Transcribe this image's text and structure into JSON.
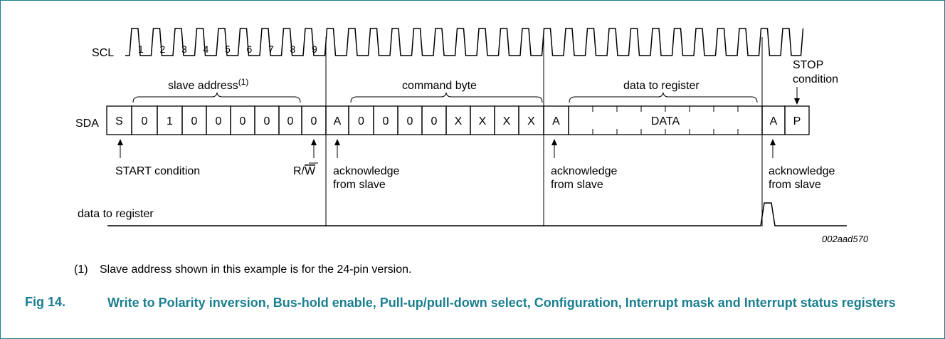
{
  "signals": {
    "scl": "SCL",
    "sda": "SDA",
    "data_to_register": "data to register"
  },
  "clock_numbers": [
    "1",
    "2",
    "3",
    "4",
    "5",
    "6",
    "7",
    "8",
    "9"
  ],
  "sda_cells": [
    "S",
    "0",
    "1",
    "0",
    "0",
    "0",
    "0",
    "0",
    "0",
    "A",
    "0",
    "0",
    "0",
    "0",
    "X",
    "X",
    "X",
    "X",
    "A",
    "DATA",
    "A",
    "P"
  ],
  "brace_labels": {
    "slave_address": "slave address",
    "slave_address_note": "(1)",
    "command_byte": "command byte",
    "data_to_register": "data to register"
  },
  "annotations": {
    "start_condition": "START condition",
    "stop_line1": "STOP",
    "stop_line2": "condition",
    "rw_r": "R/",
    "rw_w": "W",
    "ack_line1": "acknowledge",
    "ack_line2": "from slave"
  },
  "figure_id": "002aad570",
  "footnote": {
    "number": "(1)",
    "text": "Slave address shown in this example is for the 24-pin version."
  },
  "figure": {
    "number": "Fig 14.",
    "title": "Write to Polarity inversion, Bus-hold enable, Pull-up/pull-down select, Configuration, Interrupt mask and Interrupt status registers"
  }
}
